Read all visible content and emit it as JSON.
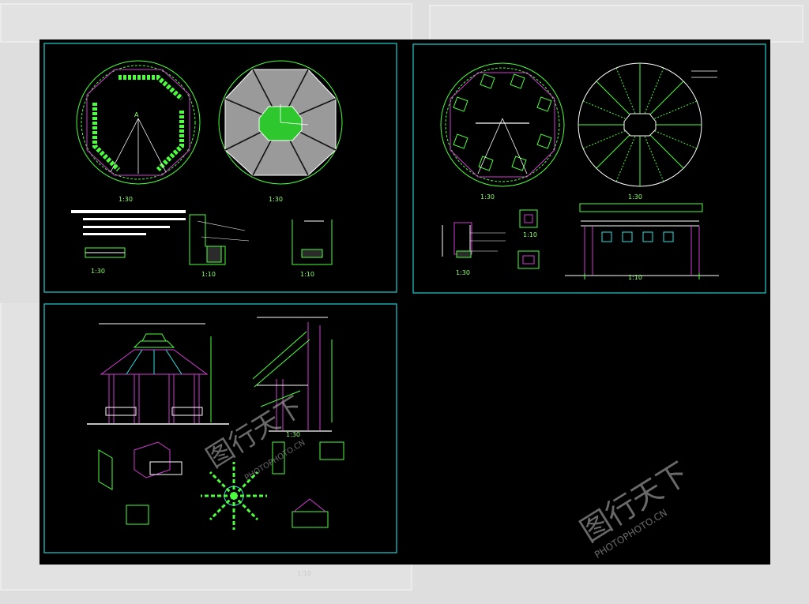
{
  "sheets": {
    "top_left": {
      "plan_left_caption": "1:30",
      "plan_right_caption": "1:30",
      "detail_a_caption": "1:30",
      "detail_b_caption": "1:10",
      "detail_c_caption": "1:10"
    },
    "top_right": {
      "plan_left_caption": "1:30",
      "plan_right_caption": "1:30",
      "detail_a_caption": "1:30",
      "detail_b_caption": "1:10",
      "detail_c_caption": "1:10"
    },
    "bottom_left": {
      "section_caption": "1:30"
    }
  },
  "background_labels": [
    "1:10"
  ],
  "watermarks": [
    {
      "brand": "图行天下",
      "site": "PHOTOPHOTO.CN"
    },
    {
      "brand": "图行天下",
      "site": "PHOTOPHOTO.CN"
    }
  ],
  "colors": {
    "frame": "#20c0c0",
    "line_green": "#4cff3c",
    "line_magenta": "#d23cd2",
    "line_white": "#ffffff",
    "line_cyan": "#2ee0e0"
  }
}
